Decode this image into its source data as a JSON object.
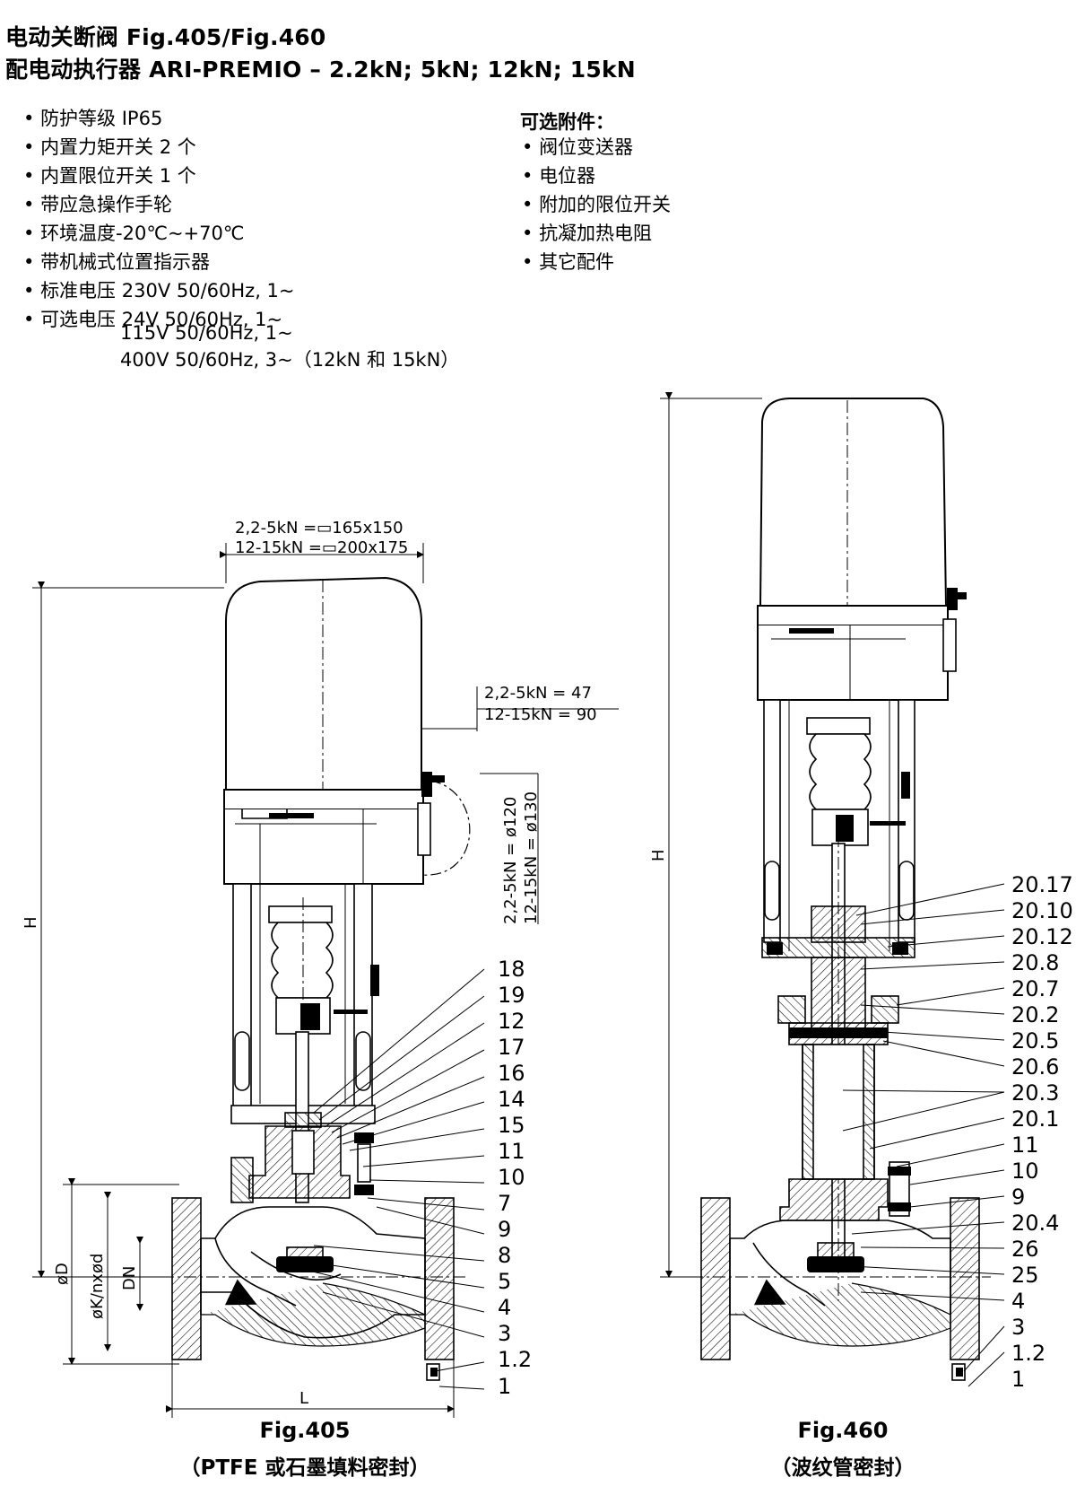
{
  "header": {
    "title_line1": "电动关断阀 Fig.405/Fig.460",
    "title_line2": "配电动执行器 ARI-PREMIO – 2.2kN; 5kN; 12kN; 15kN"
  },
  "features": [
    "防护等级 IP65",
    "内置力矩开关 2 个",
    "内置限位开关 1 个",
    "带应急操作手轮",
    "环境温度-20℃~+70℃",
    "带机械式位置指示器",
    "标准电压 230V 50/60Hz, 1~",
    "可选电压 24V 50/60Hz, 1~"
  ],
  "voltage_continuation": [
    "115V 50/60Hz, 1~",
    "400V 50/60Hz, 3~（12kN 和 15kN）"
  ],
  "optional": {
    "title": "可选附件：",
    "items": [
      "阀位变送器",
      "电位器",
      "附加的限位开关",
      "抗凝加热电阻",
      "其它配件"
    ]
  },
  "fig405": {
    "dim_top_1": "2,2-5kN =▭165x150",
    "dim_top_2": "12-15kN =▭200x175",
    "dim_right_1": "2,2-5kN  =  47",
    "dim_right_2": "12-15kN  =  90",
    "dim_vert_1": "2,2-5kN = ø120",
    "dim_vert_2": "12-15kN = ø130",
    "H": "H",
    "phiD": "øD",
    "phiK": "øK/nxød",
    "DN": "DN",
    "L": "L",
    "callouts": [
      "18",
      "19",
      "12",
      "17",
      "16",
      "14",
      "15",
      "11",
      "10",
      "7",
      "9",
      "8",
      "5",
      "4",
      "3",
      "1.2",
      "1"
    ],
    "caption": "Fig.405",
    "subcaption": "（PTFE 或石墨填料密封）"
  },
  "fig460": {
    "H": "H",
    "callouts": [
      "20.17",
      "20.10",
      "20.12",
      "20.8",
      "20.7",
      "20.2",
      "20.5",
      "20.6",
      "20.3",
      "20.1",
      "11",
      "10",
      "9",
      "20.4",
      "26",
      "25",
      "4",
      "3",
      "1.2",
      "1"
    ],
    "caption": "Fig.460",
    "subcaption": "（波纹管密封）"
  }
}
